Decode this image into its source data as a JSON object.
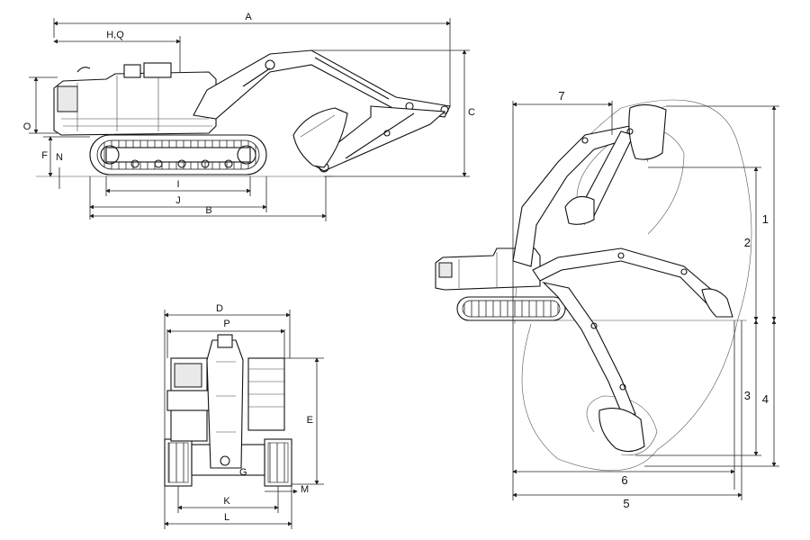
{
  "side_view": {
    "labels": {
      "A": "A",
      "HQ": "H,Q",
      "C": "C",
      "O": "O",
      "F": "F",
      "N": "N",
      "I": "I",
      "J": "J",
      "B": "B"
    }
  },
  "front_view": {
    "labels": {
      "D": "D",
      "P": "P",
      "E": "E",
      "G": "G",
      "M": "M",
      "K": "K",
      "L": "L"
    }
  },
  "working_range": {
    "labels": {
      "r1": "1",
      "r2": "2",
      "r3": "3",
      "r4": "4",
      "r5": "5",
      "r6": "6",
      "r7": "7"
    }
  }
}
